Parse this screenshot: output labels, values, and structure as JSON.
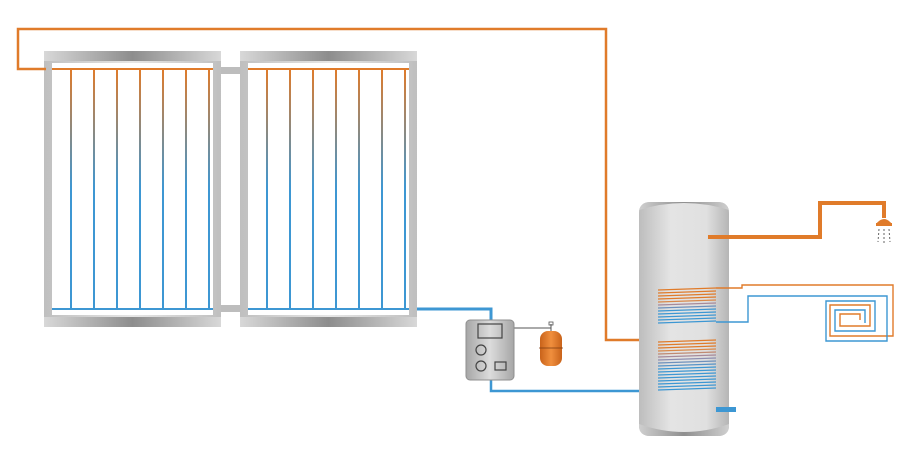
{
  "colors": {
    "hot": "#e07b2a",
    "cold": "#3d97d3",
    "frame": "#d6d6d6",
    "frame_shadow": "#9a9a9a",
    "panel_glass": "#ffffff",
    "tank_body": "#d9d9d9",
    "tank_shadow": "#a9a9a9",
    "station_body": "#c8c8c8",
    "vessel": "#e07b2a",
    "background": "#ffffff"
  },
  "components": {
    "collectors": {
      "count": 2,
      "tubes_per_collector": 7
    },
    "storage_tank": {
      "coils": 2
    },
    "pump_station": {
      "controls": 3
    },
    "expansion_vessel": {
      "count": 1
    },
    "floor_heating": {
      "loops": 1
    },
    "shower_head": {
      "icon": "shower-icon"
    }
  }
}
